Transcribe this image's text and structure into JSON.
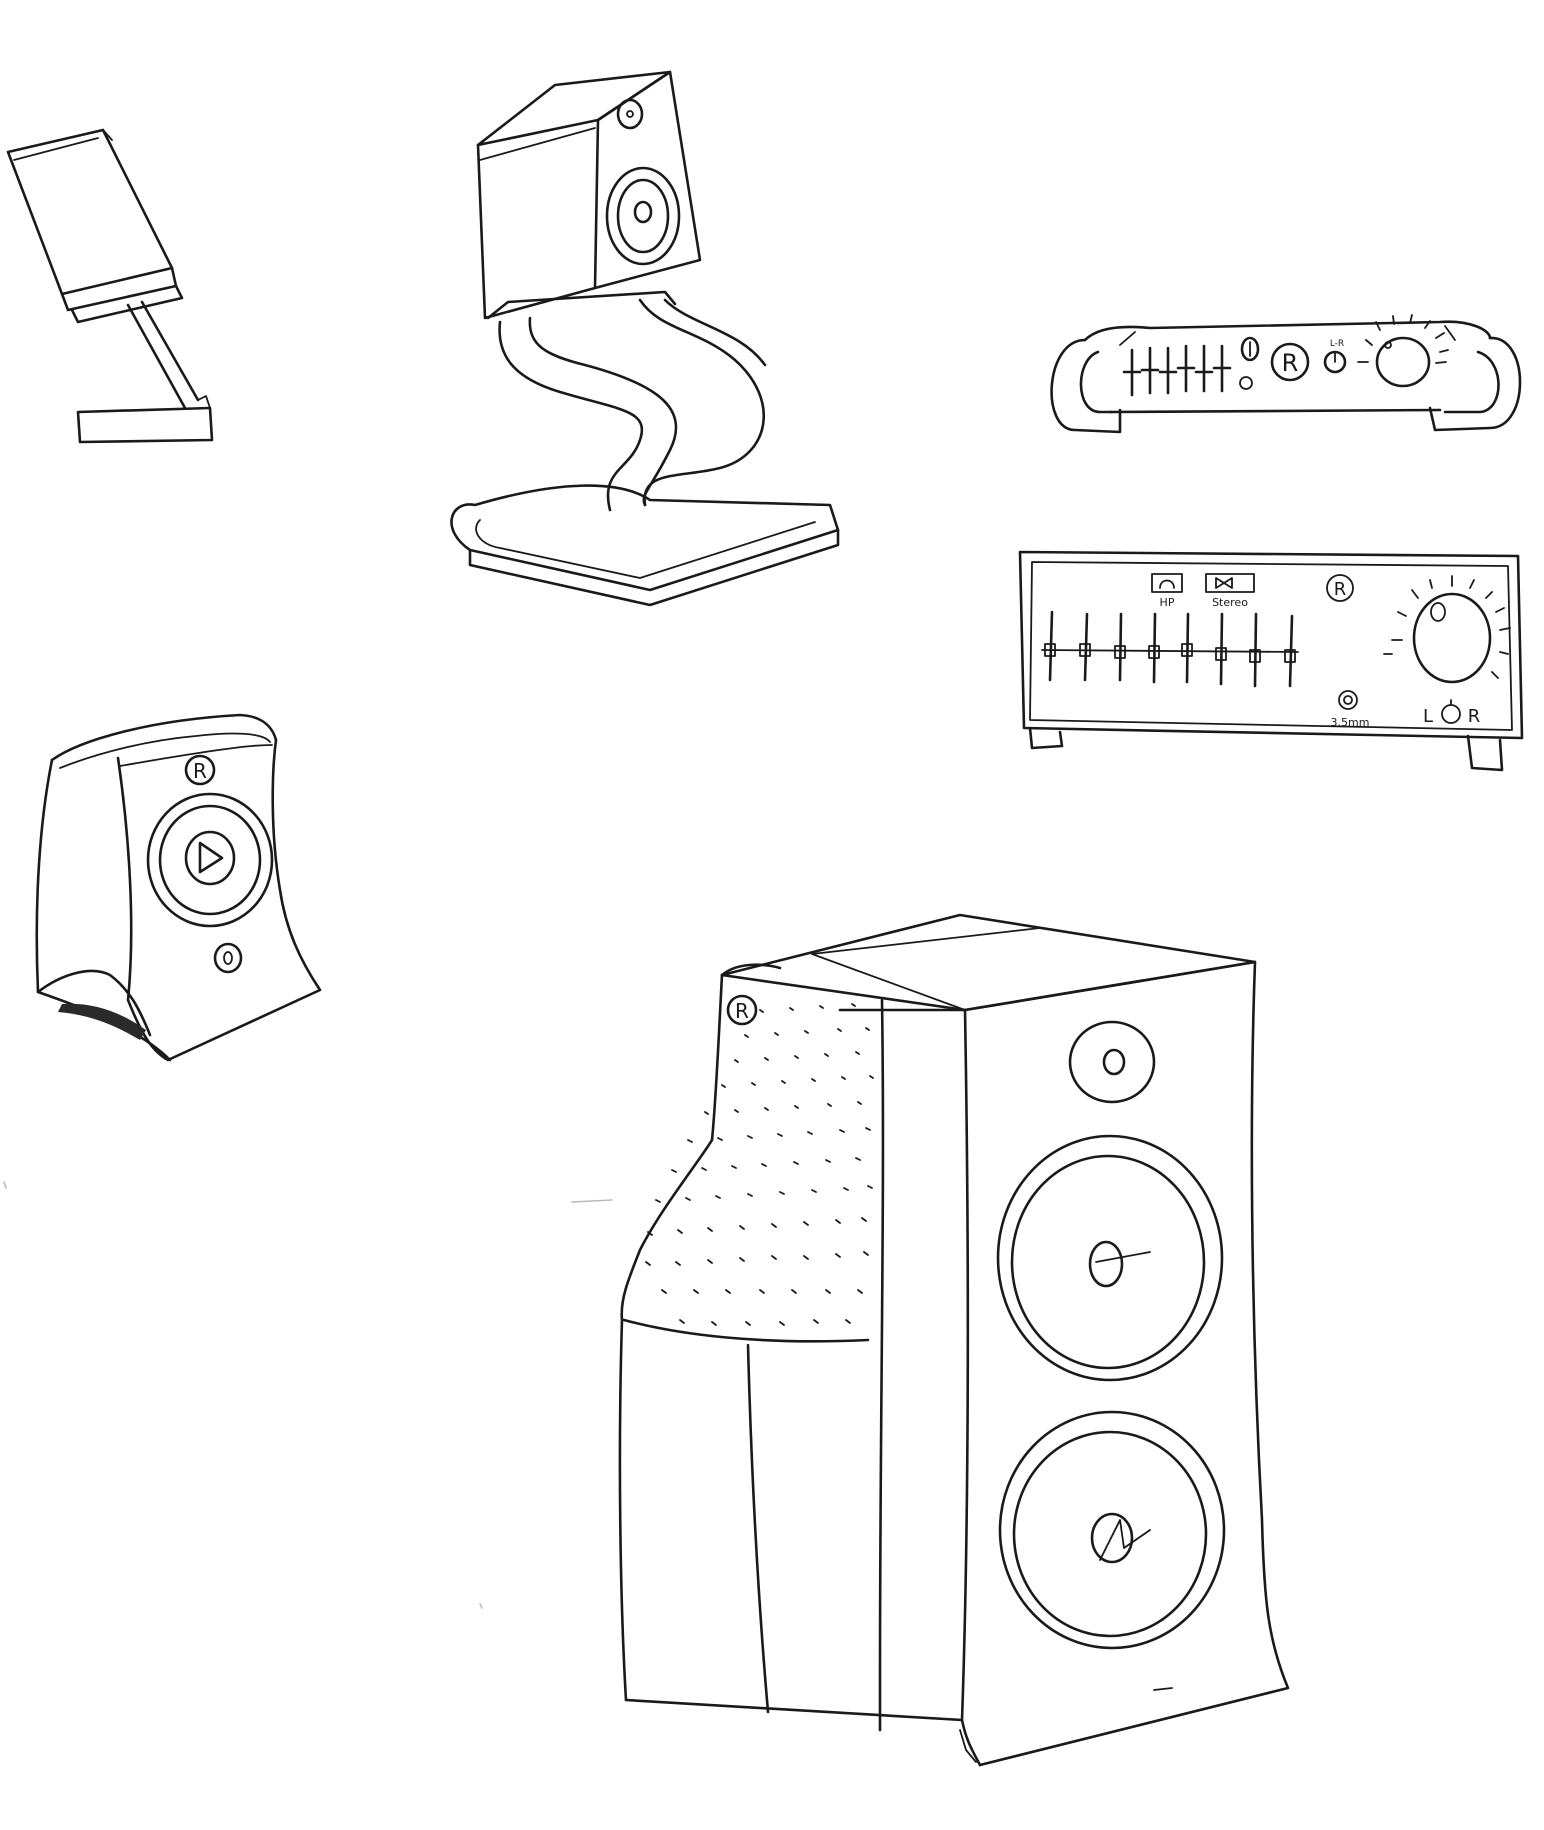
{
  "labels": {
    "logo_mark": "R",
    "amp_hp": "HP",
    "amp_stereo": "Stereo",
    "amp_jack": "3.5mm",
    "amp_l": "L",
    "amp_r": "R",
    "dac_lr": "L-R"
  },
  "colors": {
    "ink": "#1a1a1a",
    "paper": "#ffffff"
  }
}
